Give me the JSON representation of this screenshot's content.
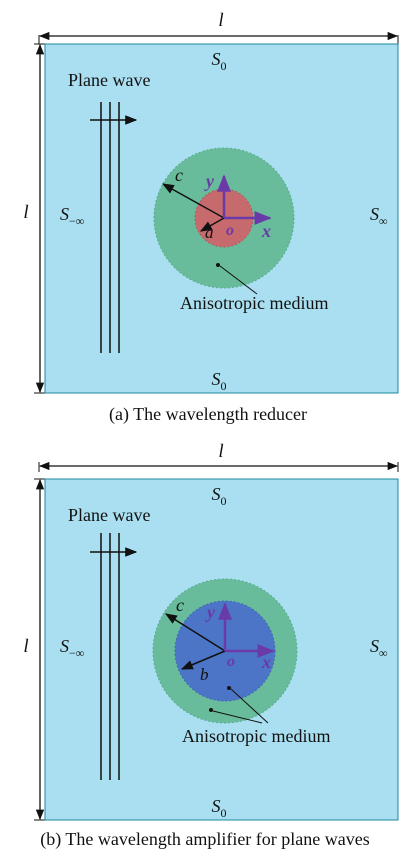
{
  "colors": {
    "domain_bg": "#a9dff0",
    "shell": "#68bc9c",
    "core_reducer": "#c76a6e",
    "core_amplifier": "#4d75c7",
    "axes": "#6a3aa8"
  },
  "panels": [
    {
      "id": "a",
      "dimension_label": "l",
      "boundary_top": {
        "base": "S",
        "sub": "0"
      },
      "boundary_bottom": {
        "base": "S",
        "sub": "0"
      },
      "boundary_left": {
        "base": "S",
        "sub": "−∞"
      },
      "boundary_right": {
        "base": "S",
        "sub": "∞"
      },
      "wave_label": "Plane wave",
      "outer_radius_label": "c",
      "inner_radius_label": "a",
      "x_axis_label": "x",
      "y_axis_label": "y",
      "origin_label": "o",
      "medium_label": "Anisotropic medium",
      "caption": "(a) The wavelength reducer"
    },
    {
      "id": "b",
      "dimension_label": "l",
      "boundary_top": {
        "base": "S",
        "sub": "0"
      },
      "boundary_bottom": {
        "base": "S",
        "sub": "0"
      },
      "boundary_left": {
        "base": "S",
        "sub": "−∞"
      },
      "boundary_right": {
        "base": "S",
        "sub": "∞"
      },
      "wave_label": "Plane wave",
      "outer_radius_label": "c",
      "inner_radius_label": "b",
      "x_axis_label": "x",
      "y_axis_label": "y",
      "origin_label": "o",
      "medium_label": "Anisotropic medium",
      "caption": "(b) The wavelength amplifier for plane waves"
    }
  ]
}
